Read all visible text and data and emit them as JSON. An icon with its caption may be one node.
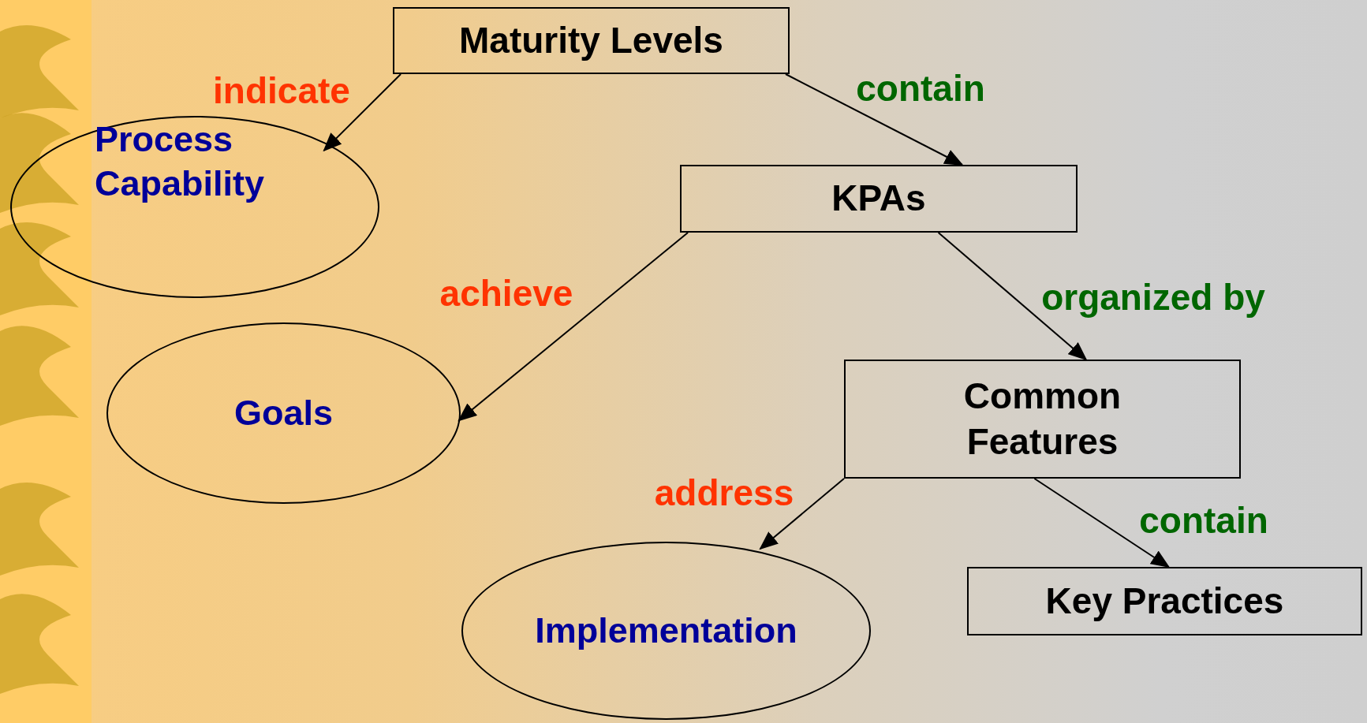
{
  "diagram": {
    "nodes": [
      {
        "text": [
          "Maturity Levels"
        ]
      },
      {
        "text": [
          "Process Capability"
        ]
      },
      {
        "text": [
          "KPAs"
        ]
      },
      {
        "text": [
          "Goals"
        ]
      },
      {
        "text": [
          "Common Features"
        ]
      },
      {
        "text": [
          "Implementation"
        ]
      },
      {
        "text": [
          "Key Practices"
        ]
      }
    ],
    "edges": [
      {
        "from": 0,
        "to": 1,
        "arrow": "to",
        "label": "indicate"
      },
      {
        "from": 0,
        "to": 2,
        "arrow": "to",
        "label": "contain"
      },
      {
        "from": 2,
        "to": 3,
        "arrow": "to",
        "label": "achieve"
      },
      {
        "from": 2,
        "to": 4,
        "arrow": "to",
        "label": "organized by"
      },
      {
        "from": 4,
        "to": 5,
        "arrow": "to",
        "label": "address"
      },
      {
        "from": 4,
        "to": 6,
        "arrow": "to",
        "label": "contain"
      }
    ]
  }
}
